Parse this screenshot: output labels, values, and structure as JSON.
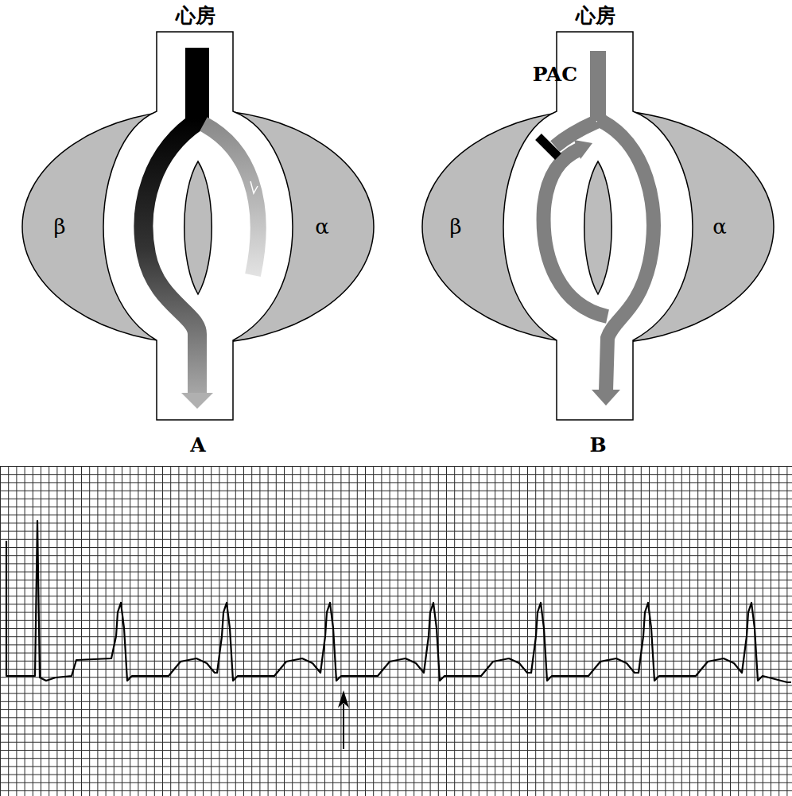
{
  "diagram": {
    "nodes": [
      {
        "text": [
          "β",
          "α"
        ]
      },
      {
        "text": [
          "β",
          "α"
        ]
      }
    ],
    "labels": [
      "心房",
      "A",
      "心房",
      "PAC",
      "B"
    ]
  }
}
